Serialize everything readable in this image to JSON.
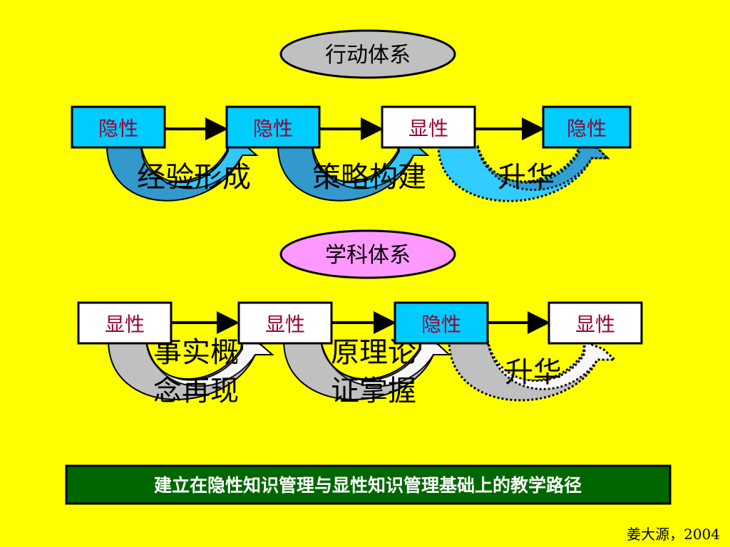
{
  "colors": {
    "background": "#ffff00",
    "tacit_box": "#00ccff",
    "explicit_box": "#ffffff",
    "box_text": "#990033",
    "oval_action": "#c0c0c0",
    "oval_subject": "#ff99ff",
    "arc_tacit_fill": "#3399cc",
    "arc_tacit_light": "#33ccff",
    "arc_explicit_fill": "#c0c0c0",
    "arc_explicit_light": "#ffffff",
    "banner_fill": "#006600"
  },
  "action_system": {
    "title": "行动体系",
    "boxes": [
      "隐性",
      "隐性",
      "显性",
      "隐性"
    ],
    "box_types": [
      "tacit",
      "tacit",
      "explicit",
      "tacit"
    ],
    "arc_labels": [
      {
        "lines": [
          "经验形成"
        ]
      },
      {
        "lines": [
          "策略构建"
        ]
      },
      {
        "lines": [
          "升华"
        ]
      }
    ]
  },
  "subject_system": {
    "title": "学科体系",
    "boxes": [
      "显性",
      "显性",
      "隐性",
      "显性"
    ],
    "box_types": [
      "explicit",
      "explicit",
      "tacit",
      "explicit"
    ],
    "arc_labels": [
      {
        "lines": [
          "事实概",
          "念再现"
        ]
      },
      {
        "lines": [
          "原理论",
          "证掌握"
        ]
      },
      {
        "lines": [
          "升华"
        ]
      }
    ]
  },
  "banner": {
    "text": "建立在隐性知识管理与显性知识管理基础上的教学路径"
  },
  "credit": {
    "text": "姜大源，2004"
  }
}
